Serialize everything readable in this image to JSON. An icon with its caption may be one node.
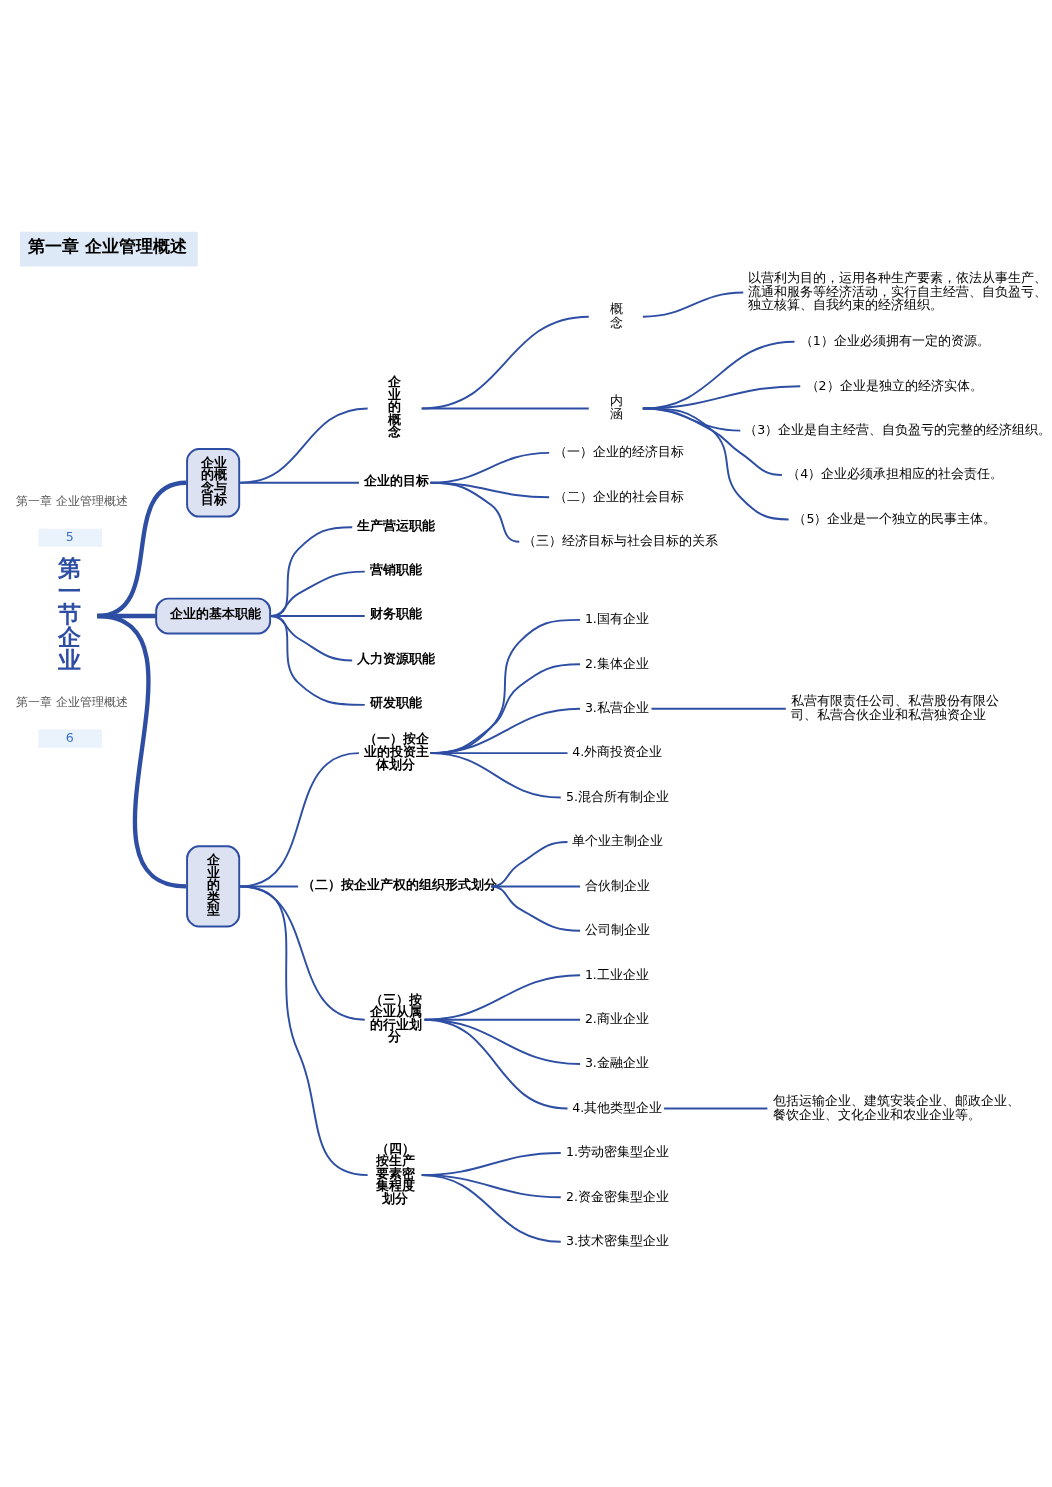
{
  "diagram": {
    "title": "第一章 企业管理概述",
    "nodes": [
      {
        "text": [
          "第一节企业"
        ]
      },
      {
        "text": [
          "企业的概念与目标"
        ]
      },
      {
        "text": [
          "企业的概念"
        ]
      },
      {
        "text": [
          "概念"
        ]
      },
      {
        "text": [
          "以营利为目的，运用各种生产要素，依法从事生产、流通和服务等经济活动，实行自主经营、自负盈亏、独立核算、自我约束的经济组织。"
        ]
      },
      {
        "text": [
          "内涵"
        ]
      },
      {
        "text": [
          "（1）企业必须拥有一定的资源。"
        ]
      },
      {
        "text": [
          "（2）企业是独立的经济实体。"
        ]
      },
      {
        "text": [
          "（3）企业是自主经营、自负盈亏的完整的经济组织。"
        ]
      },
      {
        "text": [
          "（4）企业必须承担相应的社会责任。"
        ]
      },
      {
        "text": [
          "（5）企业是一个独立的民事主体。"
        ]
      },
      {
        "text": [
          "企业的目标"
        ]
      },
      {
        "text": [
          "（一）企业的经济目标"
        ]
      },
      {
        "text": [
          "（二）企业的社会目标"
        ]
      },
      {
        "text": [
          "（三）经济目标与社会目标的关系"
        ]
      },
      {
        "text": [
          "企业的基本职能"
        ]
      },
      {
        "text": [
          "生产营运职能"
        ]
      },
      {
        "text": [
          "营销职能"
        ]
      },
      {
        "text": [
          "财务职能"
        ]
      },
      {
        "text": [
          "人力资源职能"
        ]
      },
      {
        "text": [
          "研发职能"
        ]
      },
      {
        "text": [
          "企业的类型"
        ]
      },
      {
        "text": [
          "（一）按企业的投资主体划分"
        ]
      },
      {
        "text": [
          "1.国有企业"
        ]
      },
      {
        "text": [
          "2.集体企业"
        ]
      },
      {
        "text": [
          "3.私营企业"
        ]
      },
      {
        "text": [
          "私营有限责任公司、私营股份有限公司、私营合伙企业和私营独资企业"
        ]
      },
      {
        "text": [
          "4.外商投资企业"
        ]
      },
      {
        "text": [
          "5.混合所有制企业"
        ]
      },
      {
        "text": [
          "（二）按企业产权的组织形式划分"
        ]
      },
      {
        "text": [
          "单个业主制企业"
        ]
      },
      {
        "text": [
          "合伙制企业"
        ]
      },
      {
        "text": [
          "公司制企业"
        ]
      },
      {
        "text": [
          "（三）按企业从属的行业划分"
        ]
      },
      {
        "text": [
          "1.工业企业"
        ]
      },
      {
        "text": [
          "2.商业企业"
        ]
      },
      {
        "text": [
          "3.金融企业"
        ]
      },
      {
        "text": [
          "4.其他类型企业"
        ]
      },
      {
        "text": [
          "包括运输企业、建筑安装企业、邮政企业、餐饮企业、文化企业和农业企业等。"
        ]
      },
      {
        "text": [
          "（四）按生产要素密集程度划分"
        ]
      },
      {
        "text": [
          "1.劳动密集型企业"
        ]
      },
      {
        "text": [
          "2.资金密集型企业"
        ]
      },
      {
        "text": [
          "3.技术密集型企业"
        ]
      }
    ],
    "edges": [
      {
        "from": 0,
        "to": 1,
        "arrow": "none",
        "style": "thick"
      },
      {
        "from": 1,
        "to": 2,
        "arrow": "none"
      },
      {
        "from": 2,
        "to": 3,
        "arrow": "none"
      },
      {
        "from": 3,
        "to": 4,
        "arrow": "none"
      },
      {
        "from": 2,
        "to": 5,
        "arrow": "none"
      },
      {
        "from": 5,
        "to": 6,
        "arrow": "none"
      },
      {
        "from": 5,
        "to": 7,
        "arrow": "none"
      },
      {
        "from": 5,
        "to": 8,
        "arrow": "none"
      },
      {
        "from": 5,
        "to": 9,
        "arrow": "none"
      },
      {
        "from": 5,
        "to": 10,
        "arrow": "none"
      },
      {
        "from": 1,
        "to": 11,
        "arrow": "none"
      },
      {
        "from": 11,
        "to": 12,
        "arrow": "none"
      },
      {
        "from": 11,
        "to": 13,
        "arrow": "none"
      },
      {
        "from": 11,
        "to": 14,
        "arrow": "none"
      },
      {
        "from": 0,
        "to": 15,
        "arrow": "none",
        "style": "thick"
      },
      {
        "from": 15,
        "to": 16,
        "arrow": "none"
      },
      {
        "from": 15,
        "to": 17,
        "arrow": "none"
      },
      {
        "from": 15,
        "to": 18,
        "arrow": "none"
      },
      {
        "from": 15,
        "to": 19,
        "arrow": "none"
      },
      {
        "from": 15,
        "to": 20,
        "arrow": "none"
      },
      {
        "from": 0,
        "to": 21,
        "arrow": "none",
        "style": "thick"
      },
      {
        "from": 21,
        "to": 22,
        "arrow": "none"
      },
      {
        "from": 22,
        "to": 23,
        "arrow": "none"
      },
      {
        "from": 22,
        "to": 24,
        "arrow": "none"
      },
      {
        "from": 22,
        "to": 25,
        "arrow": "none"
      },
      {
        "from": 25,
        "to": 26,
        "arrow": "none"
      },
      {
        "from": 22,
        "to": 27,
        "arrow": "none"
      },
      {
        "from": 22,
        "to": 28,
        "arrow": "none"
      },
      {
        "from": 21,
        "to": 29,
        "arrow": "none"
      },
      {
        "from": 29,
        "to": 30,
        "arrow": "none"
      },
      {
        "from": 29,
        "to": 31,
        "arrow": "none"
      },
      {
        "from": 29,
        "to": 32,
        "arrow": "none"
      },
      {
        "from": 21,
        "to": 33,
        "arrow": "none"
      },
      {
        "from": 33,
        "to": 34,
        "arrow": "none"
      },
      {
        "from": 33,
        "to": 35,
        "arrow": "none"
      },
      {
        "from": 33,
        "to": 36,
        "arrow": "none"
      },
      {
        "from": 33,
        "to": 37,
        "arrow": "none"
      },
      {
        "from": 37,
        "to": 38,
        "arrow": "none"
      },
      {
        "from": 21,
        "to": 39,
        "arrow": "none"
      },
      {
        "from": 39,
        "to": 40,
        "arrow": "none"
      },
      {
        "from": 39,
        "to": 41,
        "arrow": "none"
      },
      {
        "from": 39,
        "to": 42,
        "arrow": "none"
      }
    ],
    "labels": [
      "第一章 企业管理概述",
      "5",
      "第一章 企业管理概述",
      "6"
    ]
  }
}
